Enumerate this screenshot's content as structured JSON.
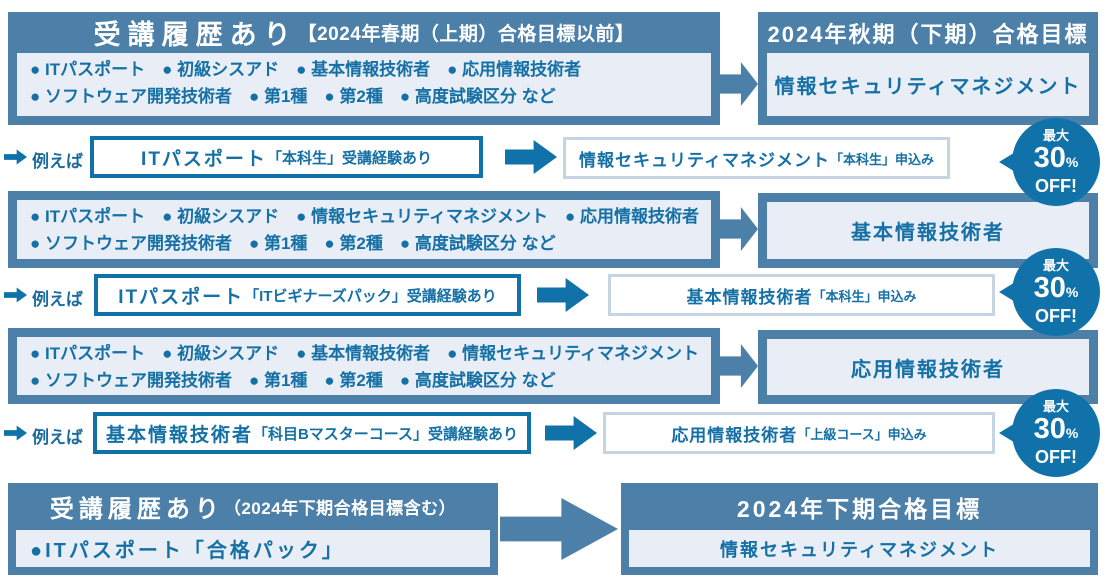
{
  "colors": {
    "steel_blue": "#4d80a8",
    "bright_blue": "#1172a9",
    "light_panel": "#e9edf5",
    "text_blue": "#1470a5",
    "result_border": "#c5d5e4",
    "white": "#ffffff"
  },
  "sections": [
    {
      "left_header": {
        "big": "受講履歴あり",
        "small": "【2024年春期（上期）合格目標以前】"
      },
      "right_header": "2024年秋期（下期）合格目標",
      "history_line1": "● ITパスポート　● 初級シスアド　● 基本情報技術者　● 応用情報技術者",
      "history_line2": "● ソフトウェア開発技術者　● 第1種　● 第2種　● 高度試験区分 など",
      "target": "情報セキュリティマネジメント",
      "example": {
        "label": "例えば",
        "course_bold": "ITパスポート",
        "course_rest": "「本科生」受講経験あり",
        "result_bold": "情報セキュリティマネジメント",
        "result_rest": "「本科生」申込み",
        "badge": {
          "top": "最大",
          "num": "30",
          "pct": "%",
          "off": "OFF!"
        }
      }
    },
    {
      "history_line1": "● ITパスポート　● 初級シスアド　● 情報セキュリティマネジメント　● 応用情報技術者",
      "history_line2": "● ソフトウェア開発技術者　● 第1種　● 第2種　● 高度試験区分 など",
      "target": "基本情報技術者",
      "example": {
        "label": "例えば",
        "course_bold": "ITパスポート",
        "course_rest": "「ITビギナーズパック」受講経験あり",
        "result_bold": "基本情報技術者",
        "result_rest": "「本科生」申込み",
        "badge": {
          "top": "最大",
          "num": "30",
          "pct": "%",
          "off": "OFF!"
        }
      }
    },
    {
      "history_line1": "● ITパスポート　● 初級シスアド　● 基本情報技術者　● 情報セキュリティマネジメント",
      "history_line2": "● ソフトウェア開発技術者　● 第1種　● 第2種　● 高度試験区分 など",
      "target": "応用情報技術者",
      "example": {
        "label": "例えば",
        "course_bold": "基本情報技術者",
        "course_rest": "「科目Bマスターコース」受講経験あり",
        "result_bold": "応用情報技術者",
        "result_rest": "「上級コース」申込み",
        "badge": {
          "top": "最大",
          "num": "30",
          "pct": "%",
          "off": "OFF!"
        }
      }
    }
  ],
  "bottom": {
    "left_header": {
      "big": "受講履歴あり",
      "small": "（2024年下期合格目標含む）"
    },
    "left_item": "●ITパスポート「合格パック」",
    "right_header": "2024年下期合格目標",
    "target": "情報セキュリティマネジメント"
  }
}
